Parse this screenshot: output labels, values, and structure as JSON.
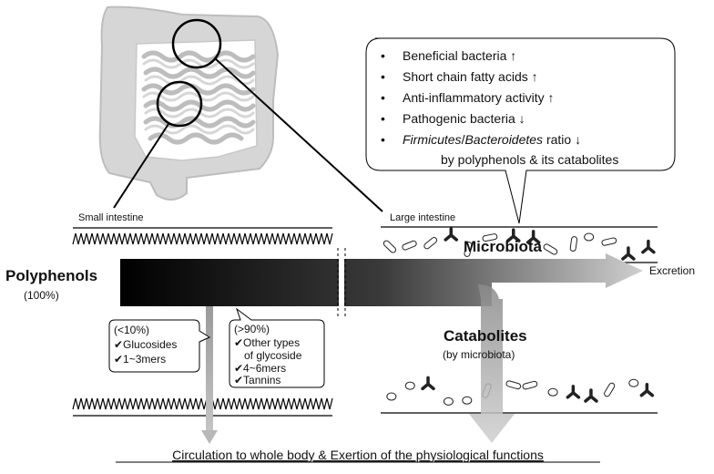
{
  "labels": {
    "small_intestine": "Small intestine",
    "large_intestine": "Large intestine",
    "microbiota": "Microbiota",
    "polyphenols": "Polyphenols",
    "polyphenols_pct": "(100%)",
    "excretion": "Excretion",
    "catabolites": "Catabolites",
    "catabolites_sub": "(by microbiota)",
    "footer": "Circulation to whole body & Exertion of the physiological functions"
  },
  "effects_box": {
    "bullet": "•",
    "items": [
      {
        "text": "Beneficial bacteria",
        "arrow": "↑"
      },
      {
        "text": "Short chain fatty acids",
        "arrow": "↑"
      },
      {
        "text": "Anti-inflammatory  activity",
        "arrow": "↑"
      },
      {
        "text": "Pathogenic bacteria",
        "arrow": "↓"
      }
    ],
    "ratio_italic_1": "Firmicutes",
    "ratio_slash": "/",
    "ratio_italic_2": "Bacteroidetes",
    "ratio_rest": " ratio",
    "ratio_arrow": "↓",
    "by_line": "by polyphenols  & its catabolites"
  },
  "absorbed_small": {
    "percent": "(<10%)",
    "items": [
      "✔Glucosides",
      "✔1~3mers"
    ]
  },
  "passed_to_large": {
    "percent": "(>90%)",
    "items": [
      "✔Other types",
      "of glycoside",
      "✔4~6mers",
      "✔Tannins"
    ]
  },
  "colors": {
    "gut": "#d6d6d6",
    "gut_edge": "#bdbdbd",
    "flow_dark": "#000000",
    "flow_light": "#d0d0d0",
    "arrow_grey": "#b3b3b3"
  }
}
